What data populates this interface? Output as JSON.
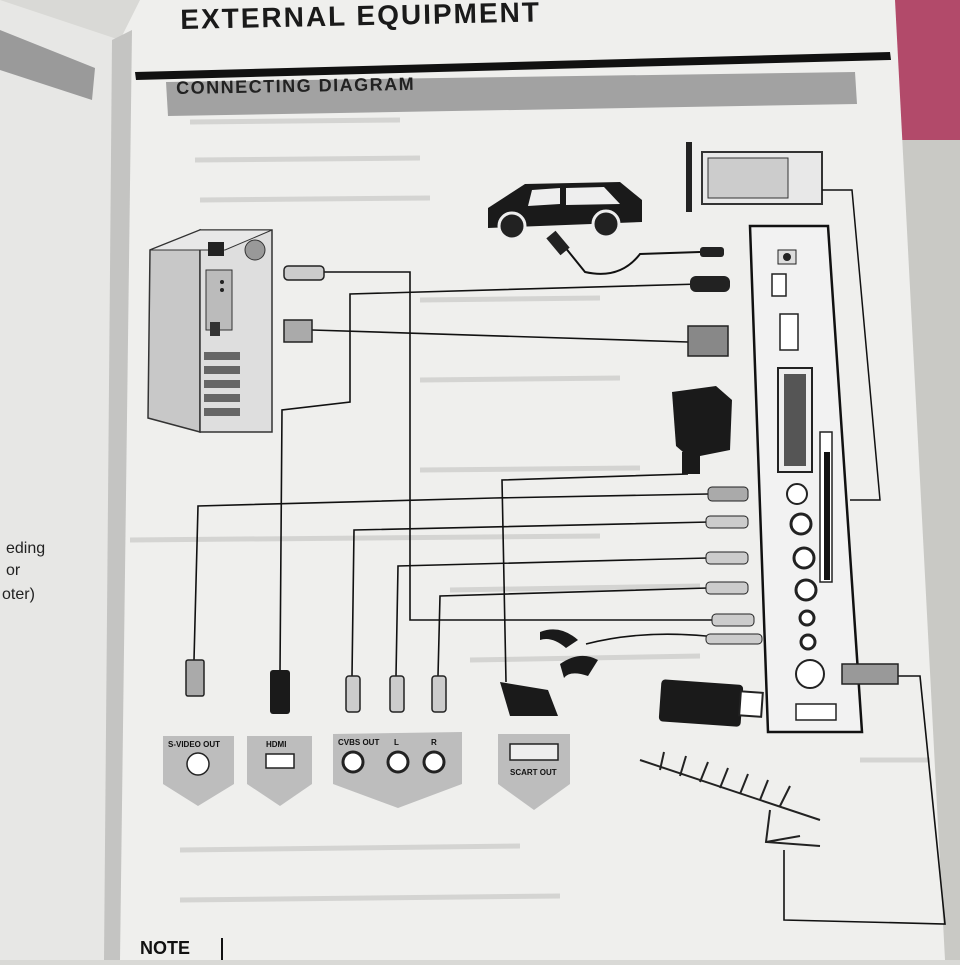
{
  "header": {
    "title": "EXTERNAL EQUIPMENT"
  },
  "section": {
    "title": "CONNECTING DIAGRAM"
  },
  "left_page": {
    "fragments": [
      "eding",
      "or",
      "oter)"
    ]
  },
  "ports": {
    "svideo": "S-VIDEO OUT",
    "hdmi": "HDMI",
    "cvbs": "CVBS OUT",
    "audio_l": "L",
    "audio_r": "R",
    "scart": "SCART OUT"
  },
  "footer": {
    "note": "NOTE"
  }
}
